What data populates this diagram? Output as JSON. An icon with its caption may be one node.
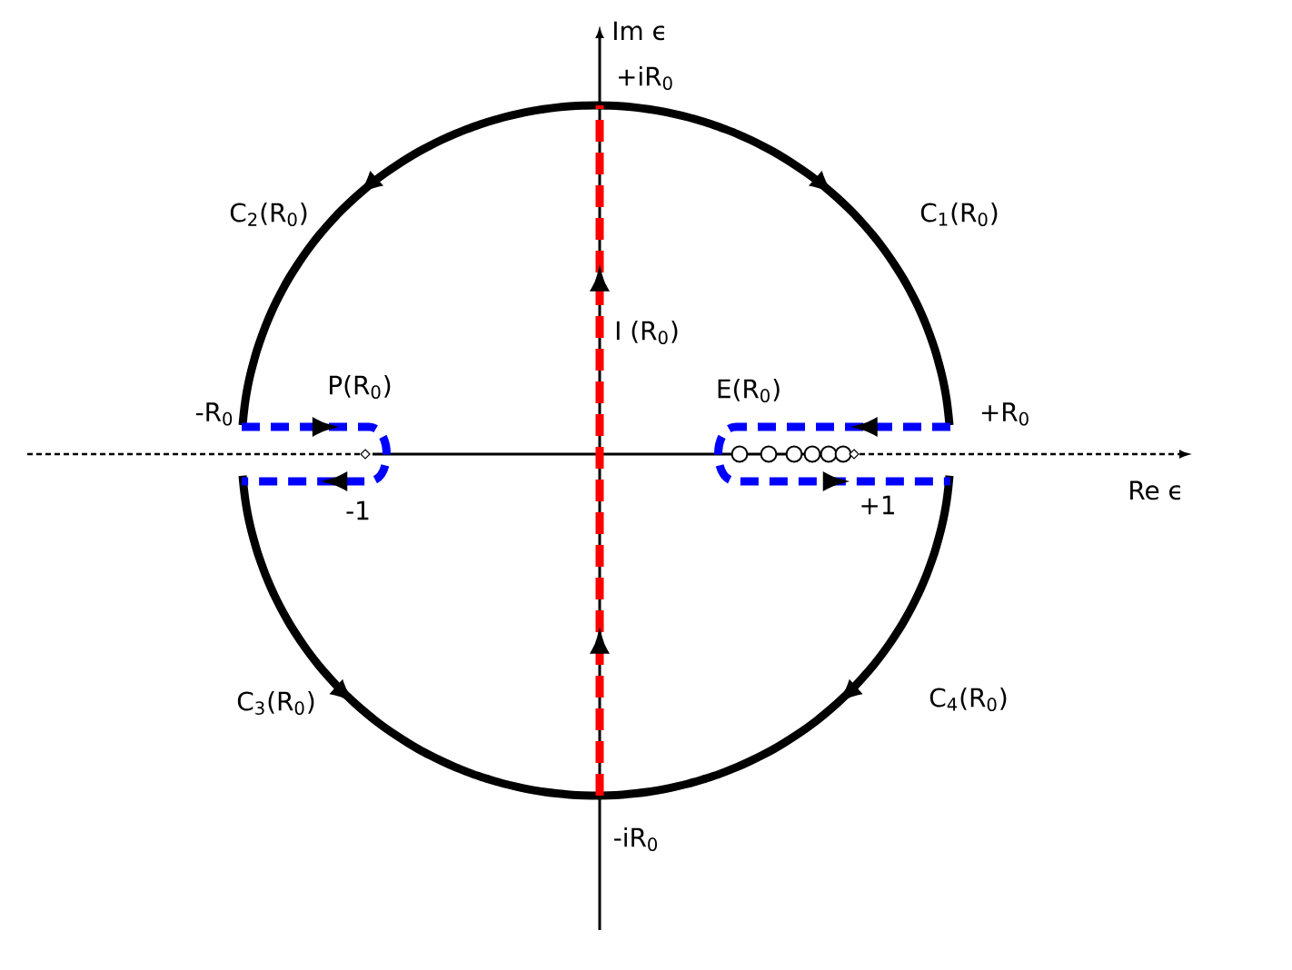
{
  "diagram": {
    "labels": [
      "Im ϵ",
      "+iR$_{0}$",
      "C$_{2}$(R$_{0}$)",
      "C$_{1}$(R$_{0}$)",
      "I (R$_{0}$)",
      "P(R$_{0}$)",
      "E(R$_{0}$)",
      "-R$_{0}$",
      "+R$_{0}$",
      "-1",
      "+1",
      "Re ϵ",
      "C$_{3}$(R$_{0}$)",
      "C$_{4}$(R$_{0}$)",
      "-iR$_{0}$"
    ]
  }
}
